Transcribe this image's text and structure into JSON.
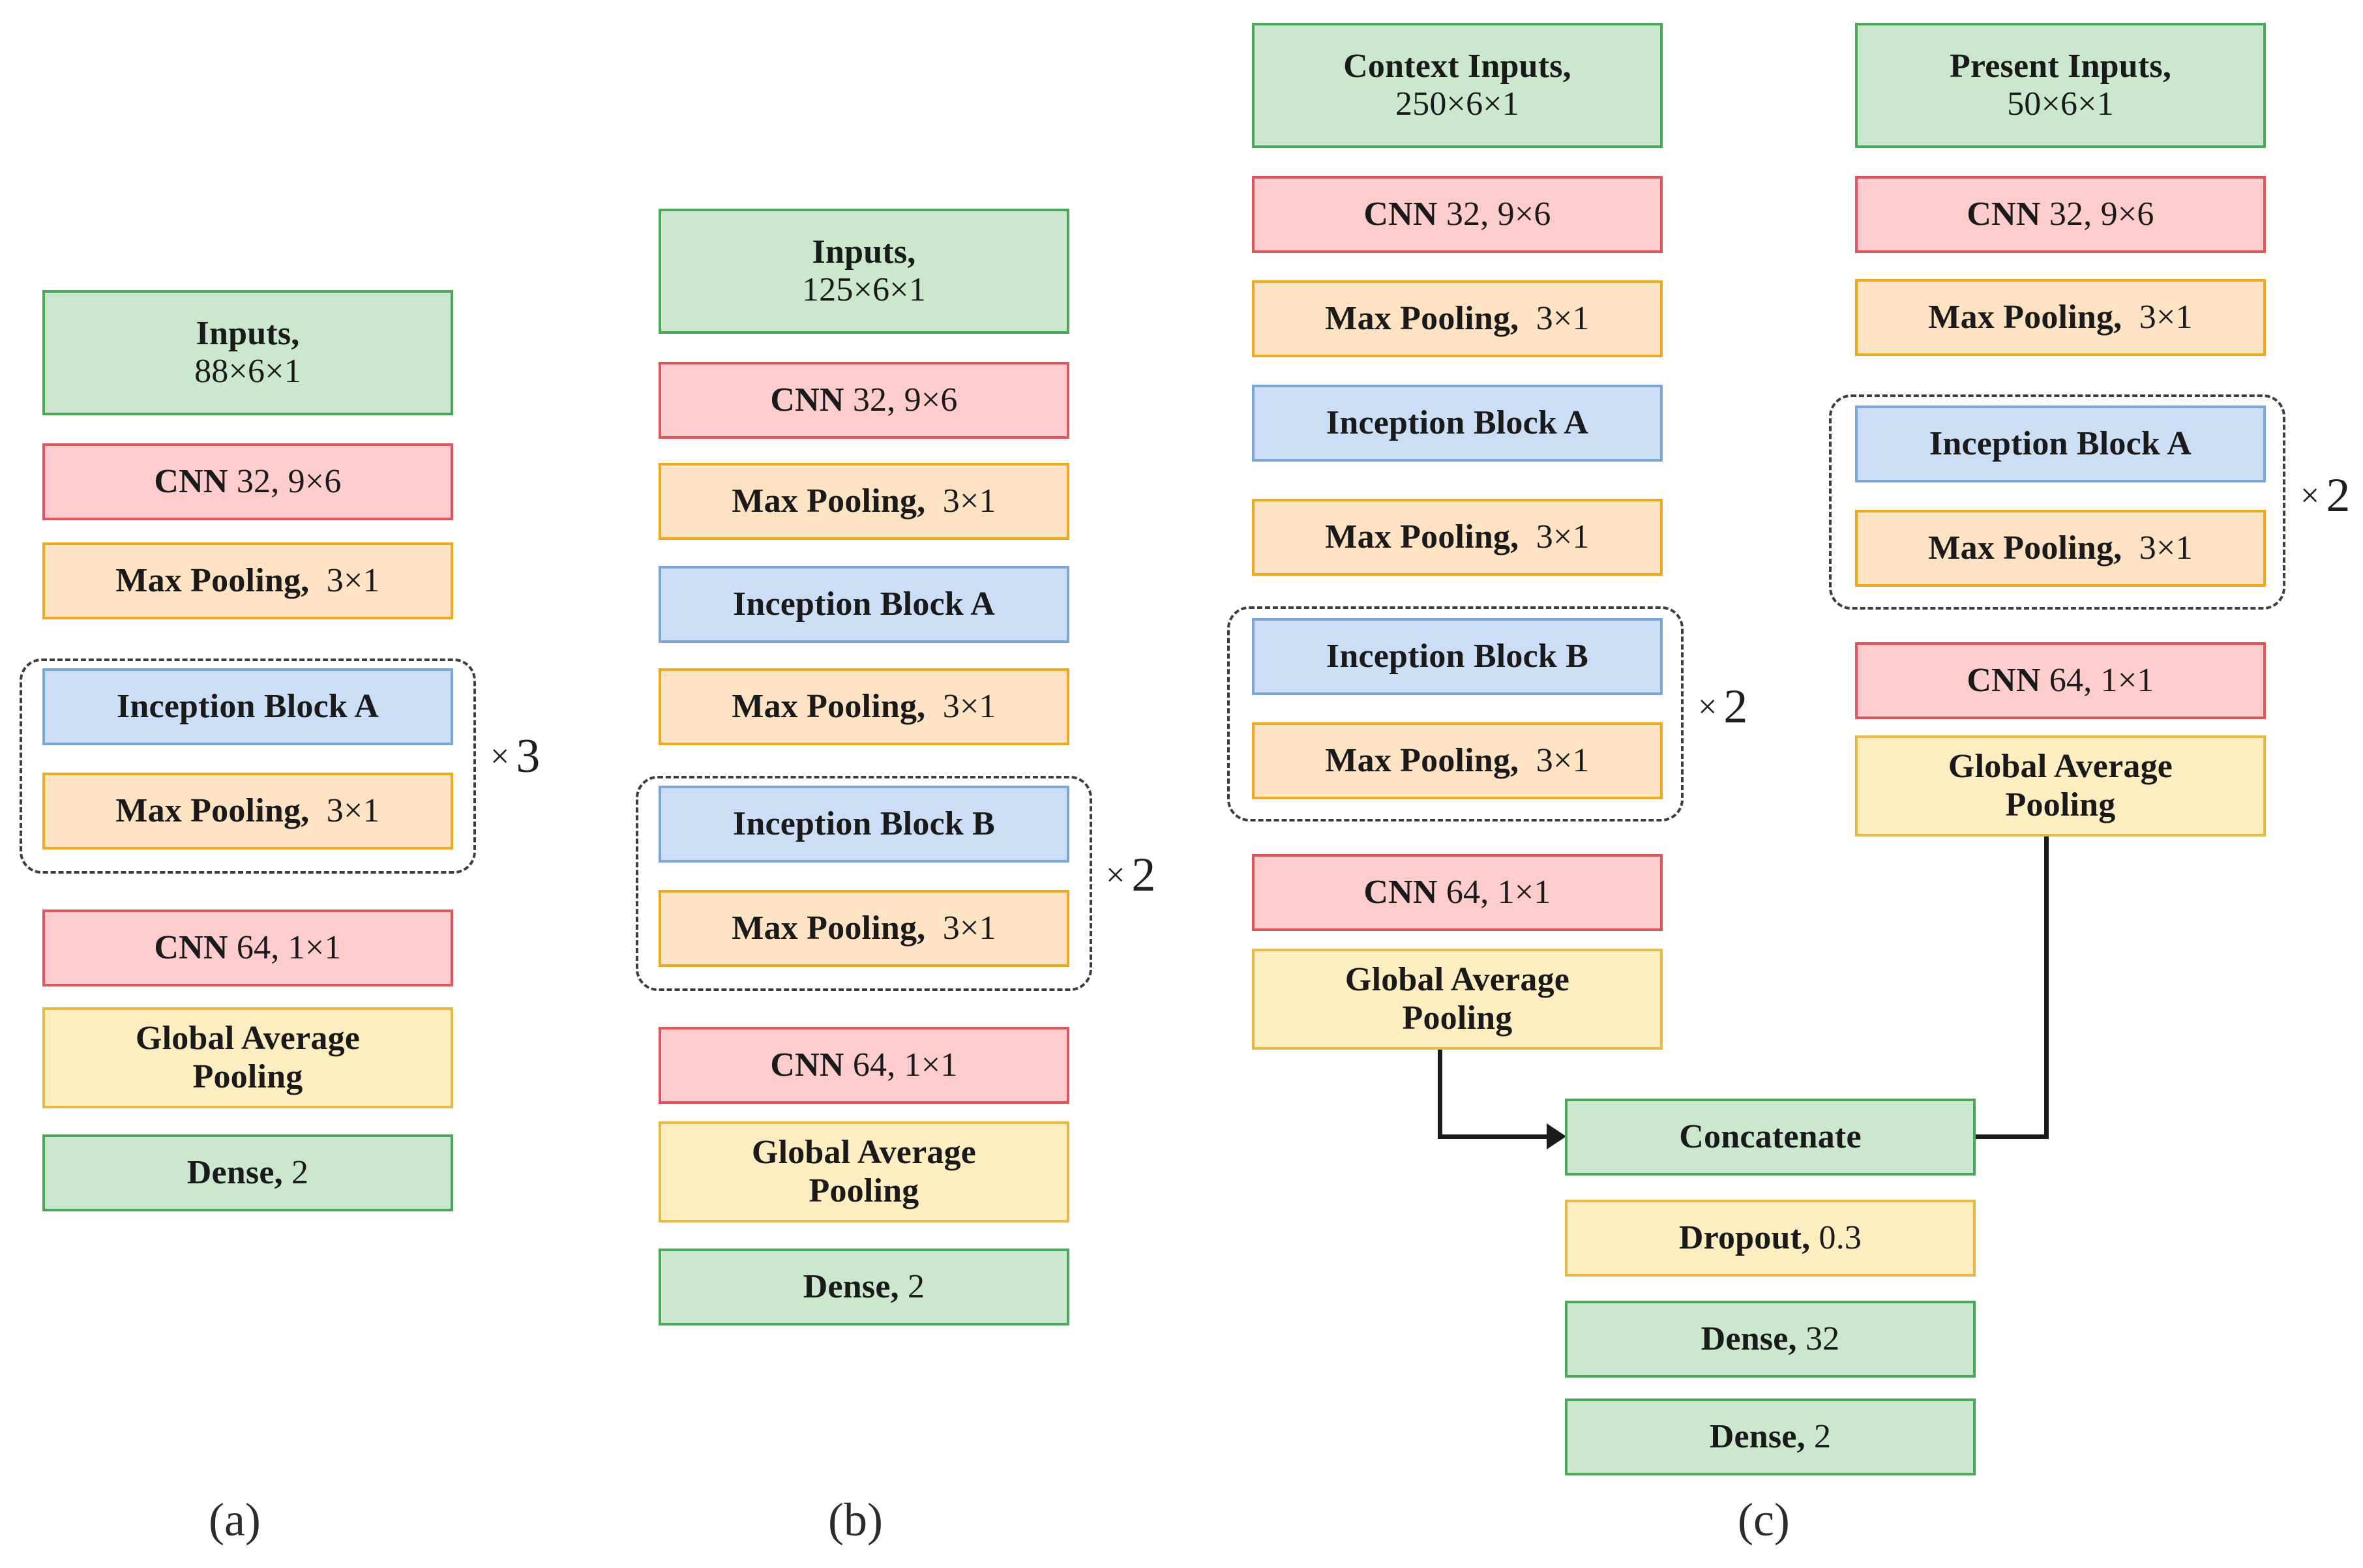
{
  "figure": {
    "type": "neural-network-architecture-diagram",
    "panels": [
      {
        "caption": "(a)",
        "name": "single-branch-88",
        "layers": [
          {
            "title": "Inputs,",
            "arg": "88×6×1",
            "style": "green",
            "two_line": true
          },
          {
            "title": "CNN",
            "arg": "32, 9×6",
            "style": "red",
            "two_line": false
          },
          {
            "title": "Max Pooling,",
            "arg": "3×1",
            "style": "orange",
            "two_line": false
          },
          {
            "title": "Inception Block A",
            "arg": "",
            "style": "blue",
            "two_line": false
          },
          {
            "title": "Max Pooling,",
            "arg": "3×1",
            "style": "orange",
            "two_line": false
          },
          {
            "title": "CNN",
            "arg": "64, 1×1",
            "style": "red",
            "two_line": false
          },
          {
            "title": "Global Average",
            "arg": "Pooling",
            "style": "yellow",
            "two_line": true
          },
          {
            "title": "Dense,",
            "arg": "2",
            "style": "green",
            "two_line": false
          }
        ],
        "repeat": {
          "symbol": "×",
          "count": "3"
        }
      },
      {
        "caption": "(b)",
        "name": "single-branch-125",
        "layers": [
          {
            "title": "Inputs,",
            "arg": "125×6×1",
            "style": "green",
            "two_line": true
          },
          {
            "title": "CNN",
            "arg": "32, 9×6",
            "style": "red",
            "two_line": false
          },
          {
            "title": "Max Pooling,",
            "arg": "3×1",
            "style": "orange",
            "two_line": false
          },
          {
            "title": "Inception Block A",
            "arg": "",
            "style": "blue",
            "two_line": false
          },
          {
            "title": "Max Pooling,",
            "arg": "3×1",
            "style": "orange",
            "two_line": false
          },
          {
            "title": "Inception Block B",
            "arg": "",
            "style": "blue",
            "two_line": false
          },
          {
            "title": "Max Pooling,",
            "arg": "3×1",
            "style": "orange",
            "two_line": false
          },
          {
            "title": "CNN",
            "arg": "64, 1×1",
            "style": "red",
            "two_line": false
          },
          {
            "title": "Global Average",
            "arg": "Pooling",
            "style": "yellow",
            "two_line": true
          },
          {
            "title": "Dense,",
            "arg": "2",
            "style": "green",
            "two_line": false
          }
        ],
        "repeat": {
          "symbol": "×",
          "count": "2"
        }
      },
      {
        "caption": "(c)",
        "name": "two-branch-fusion",
        "context_branch": {
          "layers": [
            {
              "title": "Context Inputs,",
              "arg": "250×6×1",
              "style": "green",
              "two_line": true
            },
            {
              "title": "CNN",
              "arg": "32, 9×6",
              "style": "red",
              "two_line": false
            },
            {
              "title": "Max Pooling,",
              "arg": "3×1",
              "style": "orange",
              "two_line": false
            },
            {
              "title": "Inception Block A",
              "arg": "",
              "style": "blue",
              "two_line": false
            },
            {
              "title": "Max Pooling,",
              "arg": "3×1",
              "style": "orange",
              "two_line": false
            },
            {
              "title": "Inception Block B",
              "arg": "",
              "style": "blue",
              "two_line": false
            },
            {
              "title": "Max Pooling,",
              "arg": "3×1",
              "style": "orange",
              "two_line": false
            },
            {
              "title": "CNN",
              "arg": "64, 1×1",
              "style": "red",
              "two_line": false
            },
            {
              "title": "Global Average",
              "arg": "Pooling",
              "style": "yellow",
              "two_line": true
            }
          ],
          "repeat": {
            "symbol": "×",
            "count": "2"
          }
        },
        "present_branch": {
          "layers": [
            {
              "title": "Present Inputs,",
              "arg": "50×6×1",
              "style": "green",
              "two_line": true
            },
            {
              "title": "CNN",
              "arg": "32, 9×6",
              "style": "red",
              "two_line": false
            },
            {
              "title": "Max Pooling,",
              "arg": "3×1",
              "style": "orange",
              "two_line": false
            },
            {
              "title": "Inception Block A",
              "arg": "",
              "style": "blue",
              "two_line": false
            },
            {
              "title": "Max Pooling,",
              "arg": "3×1",
              "style": "orange",
              "two_line": false
            },
            {
              "title": "CNN",
              "arg": "64, 1×1",
              "style": "red",
              "two_line": false
            },
            {
              "title": "Global Average",
              "arg": "Pooling",
              "style": "yellow",
              "two_line": true
            }
          ],
          "repeat": {
            "symbol": "×",
            "count": "2"
          }
        },
        "merge_layers": [
          {
            "title": "Concatenate",
            "arg": "",
            "style": "green",
            "two_line": false
          },
          {
            "title": "Dropout,",
            "arg": "0.3",
            "style": "yellow",
            "two_line": false
          },
          {
            "title": "Dense,",
            "arg": "32",
            "style": "green",
            "two_line": false
          },
          {
            "title": "Dense,",
            "arg": "2",
            "style": "green",
            "two_line": false
          }
        ]
      }
    ],
    "colors": {
      "green_fill": "#cbe8cf",
      "green_border": "#4ba85b",
      "red_fill": "#fdcdcd",
      "red_border": "#e0565c",
      "orange_fill": "#fde3c4",
      "orange_border": "#f0a81e",
      "blue_fill": "#cbdef5",
      "blue_border": "#7ca5d8",
      "yellow_fill": "#fdeec2",
      "yellow_border": "#e8b845",
      "dashed_border": "#3d3d3d",
      "arrow": "#1b1b1b"
    }
  }
}
